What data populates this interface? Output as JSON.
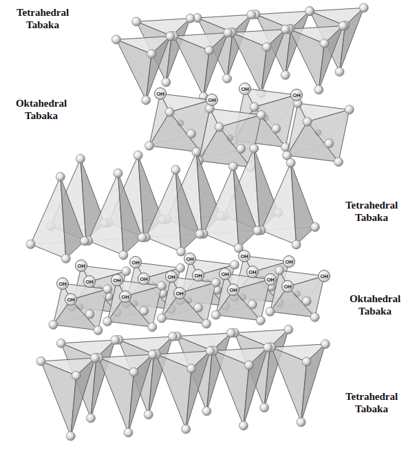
{
  "diagram": {
    "labels": [
      "Tetrahedral Tabaka",
      "Oktahedral Tabaka",
      "OH",
      "OH",
      "OH",
      "OH",
      "Tetrahedral Tabaka",
      "OH",
      "OH",
      "OH",
      "OH",
      "OH",
      "OH",
      "OH",
      "OH",
      "OH",
      "OH",
      "OH",
      "OH",
      "OH",
      "OH",
      "OH",
      "OH",
      "OH",
      "OH",
      "OH",
      "OH",
      "Oktahedral Tabaka",
      "Tetrahedral Tabaka"
    ]
  }
}
